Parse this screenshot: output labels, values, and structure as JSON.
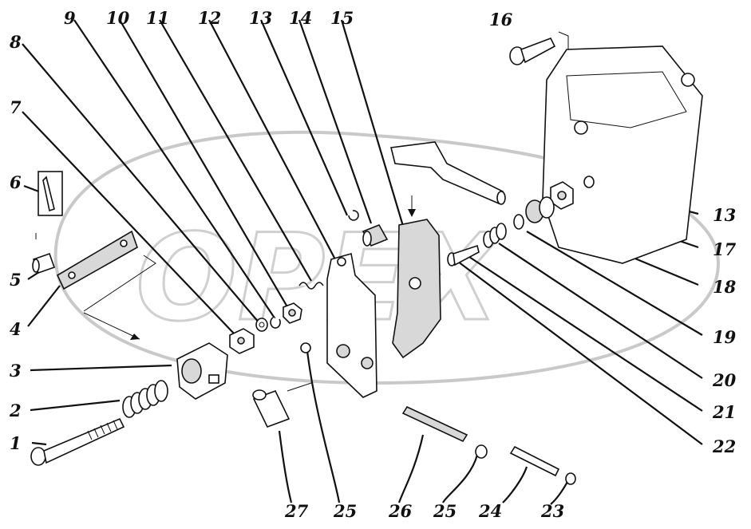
{
  "diagram": {
    "watermark": "OPEX",
    "callouts": [
      {
        "label": "1"
      },
      {
        "label": "2"
      },
      {
        "label": "3"
      },
      {
        "label": "4"
      },
      {
        "label": "5"
      },
      {
        "label": "6"
      },
      {
        "label": "7"
      },
      {
        "label": "8"
      },
      {
        "label": "9"
      },
      {
        "label": "10"
      },
      {
        "label": "11"
      },
      {
        "label": "12"
      },
      {
        "label": "13"
      },
      {
        "label": "14"
      },
      {
        "label": "15"
      },
      {
        "label": "16"
      },
      {
        "label": "13"
      },
      {
        "label": "17"
      },
      {
        "label": "18"
      },
      {
        "label": "19"
      },
      {
        "label": "20"
      },
      {
        "label": "21"
      },
      {
        "label": "22"
      },
      {
        "label": "27"
      },
      {
        "label": "25"
      },
      {
        "label": "26"
      },
      {
        "label": "25"
      },
      {
        "label": "24"
      },
      {
        "label": "23"
      }
    ]
  }
}
